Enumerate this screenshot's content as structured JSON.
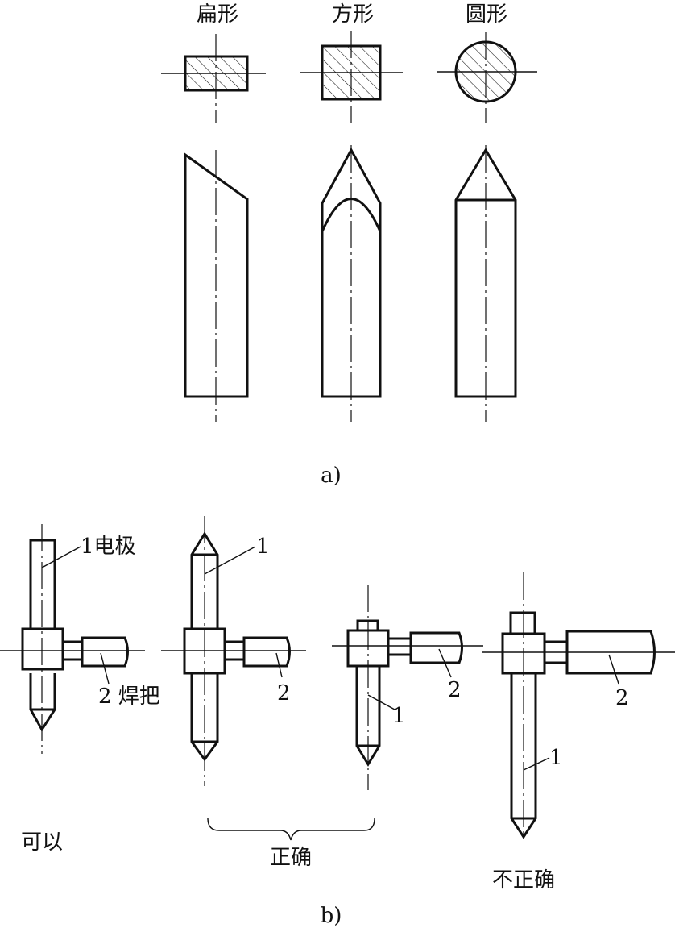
{
  "part_a": {
    "label": "a)",
    "shapes": [
      {
        "name": "flat",
        "label": "扁形"
      },
      {
        "name": "square",
        "label": "方形"
      },
      {
        "name": "round",
        "label": "圆形"
      }
    ]
  },
  "part_b": {
    "label": "b)",
    "callouts": {
      "electrode_first": "1电极",
      "holder_first": "2 焊把",
      "one": "1",
      "two": "2"
    },
    "verdicts": {
      "ok": "可以",
      "correct": "正确",
      "incorrect": "不正确"
    }
  }
}
